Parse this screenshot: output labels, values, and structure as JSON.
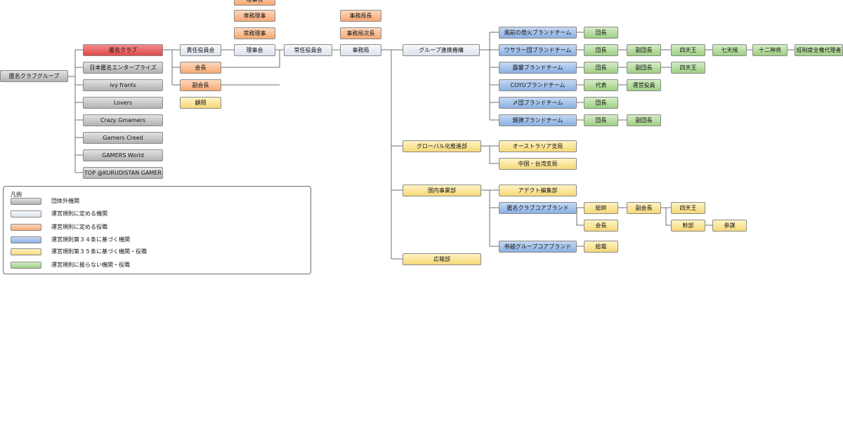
{
  "nodes": {
    "group": "匿名クラブグループ",
    "tokumei_club": "匿名クラブ",
    "nihon_tokumei": "日本匿名エンタープライズ",
    "ivy_frants": "ivy frants",
    "lovers": "Lovers",
    "crazy_gmamers": "Crazy Gmamers",
    "gamers_creed": "Gamers Creed",
    "gamers_world": "GAMERS World",
    "top_kurdistan": "TOP @KURUDISTAN GAMER",
    "sekinin_yakuin": "責任役員会",
    "kaicho": "会長",
    "fukukaicho": "副会長",
    "komon": "顧問",
    "rijikai": "理事会",
    "rijicho": "理事長",
    "senmu_riji": "専務理事",
    "jomu_riji": "常務理事",
    "jonin_yakuin": "常任役員会",
    "jimukyoku": "事務局",
    "jimukyokucho": "事務局長",
    "jimukyoku_jicho": "事務局次長",
    "group_renkei": "グループ連携機構",
    "kazamae": "風前の燈火ブランドチーム",
    "wasa": "ワサラー団ブランドチーム",
    "roukyo": "露響ブランドチーム",
    "coyu": "COYUブランドチーム",
    "shime": "〆団ブランドチーム",
    "endan": "鋼弾ブランドチーム",
    "kazamae_danchou": "団長",
    "wasa_danchou": "団長",
    "wasa_fukudanchou": "副団長",
    "wasa_shitenno": "四天王",
    "wasa_shichitenko": "七天候",
    "wasa_juni": "十二神将",
    "wasa_kakuseido": "班制度全権代理者",
    "roukyo_danchou": "団長",
    "roukyo_fukudanchou": "副団長",
    "roukyo_shitenno": "四天王",
    "coyu_daihyo": "代表",
    "coyu_unei": "運営役員",
    "shime_danchou": "団長",
    "endan_danchou": "団長",
    "endan_fukudanchou": "副団長",
    "global": "グローバル化推進部",
    "australia": "オーストラリア支局",
    "china_taiwan": "中国・台湾支局",
    "kokunai": "国内事業部",
    "adekt": "アデクト編集部",
    "core_brand": "匿名クラブコアブランド",
    "sosui": "総帥",
    "core_kaicho": "会長",
    "core_fukukaicho": "副会長",
    "core_shitenno": "四天王",
    "kanbu": "幹部",
    "sanbo": "参謀",
    "teietsu": "帝越グループコアブランド",
    "sousai": "総裁",
    "kohobu": "広報部"
  },
  "legend": {
    "title": "凡例",
    "items": [
      {
        "label": "団体外機関",
        "color": "gray"
      },
      {
        "label": "運営規則に定める機関",
        "color": "white"
      },
      {
        "label": "運営規則に定める役職",
        "color": "orange"
      },
      {
        "label": "運営規則第３４条に基づく機関",
        "color": "blue"
      },
      {
        "label": "運営規則第３５条に基づく機関・役職",
        "color": "yellow"
      },
      {
        "label": "運営規則に拠らない機関・役職",
        "color": "green"
      }
    ]
  },
  "colors": {
    "gray": "#c4c4c4",
    "red": "#e35b5b",
    "white": "#e7ecf3",
    "orange": "#f8b98c",
    "blue": "#a3c1ea",
    "yellow": "#fae291",
    "green": "#b4dca0",
    "line": "#6f6f6f"
  }
}
